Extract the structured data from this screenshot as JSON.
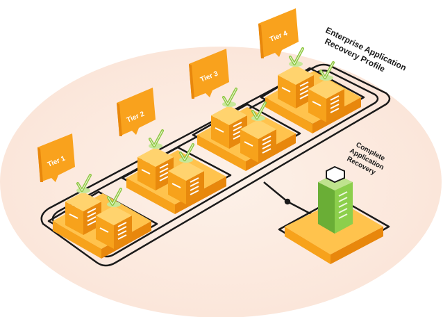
{
  "title": "Enterprise Application Recovery Profile",
  "title_lines": [
    "Enterprise Application",
    "Recovery Profile"
  ],
  "recovery_lines": [
    "Complete",
    "Application",
    "Recovery"
  ],
  "tiers": [
    {
      "label": "Tier 1"
    },
    {
      "label": "Tier 2"
    },
    {
      "label": "Tier 3"
    },
    {
      "label": "Tier 4"
    }
  ],
  "colors": {
    "backdrop": "#fdf0e6",
    "server_top": "#ffd36e",
    "server_left": "#f7a21b",
    "server_right": "#e8890d",
    "platform_top": "#ffc04a",
    "platform_side": "#f08c0a",
    "tag": "#f9a21d",
    "check": "#8cc63f",
    "recovery_green": "#7cc142",
    "line": "#1a1a1a"
  }
}
